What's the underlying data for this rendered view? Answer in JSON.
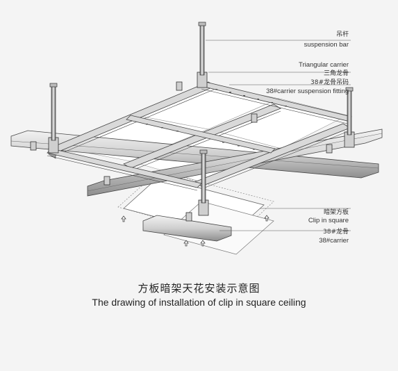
{
  "labels": {
    "suspension_bar_zh": "吊杆",
    "suspension_bar_en": "suspension bar",
    "triangular_carrier_en": "Triangular carrier",
    "triangular_carrier_zh": "三角龙骨",
    "fitting_zh": "38#龙骨吊码",
    "fitting_en": "38#carrier suspension fitting",
    "clip_zh": "暗架方板",
    "clip_en": "Clip in square",
    "carrier_zh": "38#龙骨",
    "carrier_en": "38#carrier"
  },
  "caption": {
    "title_zh": "方板暗架天花安装示意图",
    "title_en": "The drawing of installation of clip in square ceiling"
  },
  "colors": {
    "background": "#f4f4f4",
    "line": "#444444",
    "carrier_fill": "#e3e3e3",
    "carrier_dark": "#9a9a9a",
    "panel_fill": "#ffffff"
  }
}
